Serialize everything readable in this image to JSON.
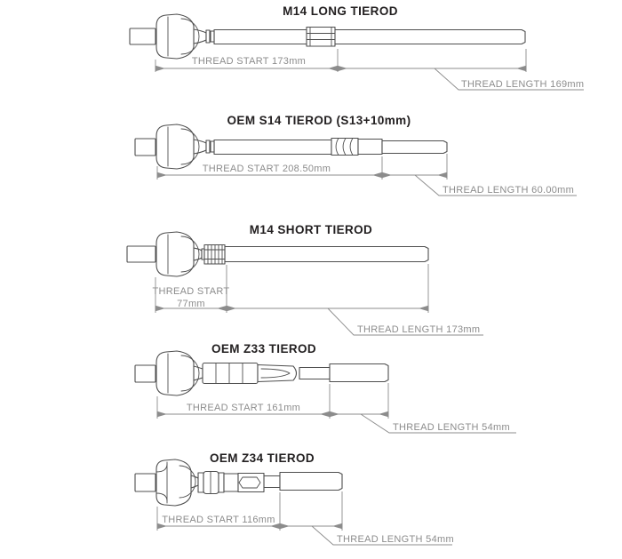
{
  "diagram": {
    "background": "#ffffff",
    "colors": {
      "outline": "#4f4f4f",
      "dimension": "#8c8c8c",
      "title": "#232021"
    },
    "tierods": [
      {
        "title": "M14 LONG TIEROD",
        "thread_start_label": "THREAD START 173mm",
        "thread_length_label": "THREAD LENGTH 169mm"
      },
      {
        "title": "OEM S14 TIEROD (S13+10mm)",
        "thread_start_label": "THREAD START 208.50mm",
        "thread_length_label": "THREAD LENGTH 60.00mm"
      },
      {
        "title": "M14 SHORT TIEROD",
        "thread_start_line1": "THREAD START",
        "thread_start_line2": "77mm",
        "thread_length_label": "THREAD LENGTH 173mm"
      },
      {
        "title": "OEM Z33 TIEROD",
        "thread_start_label": "THREAD START 161mm",
        "thread_length_label": "THREAD LENGTH 54mm"
      },
      {
        "title": "OEM Z34 TIEROD",
        "thread_start_label": "THREAD START 116mm",
        "thread_length_label": "THREAD LENGTH 54mm"
      }
    ]
  }
}
